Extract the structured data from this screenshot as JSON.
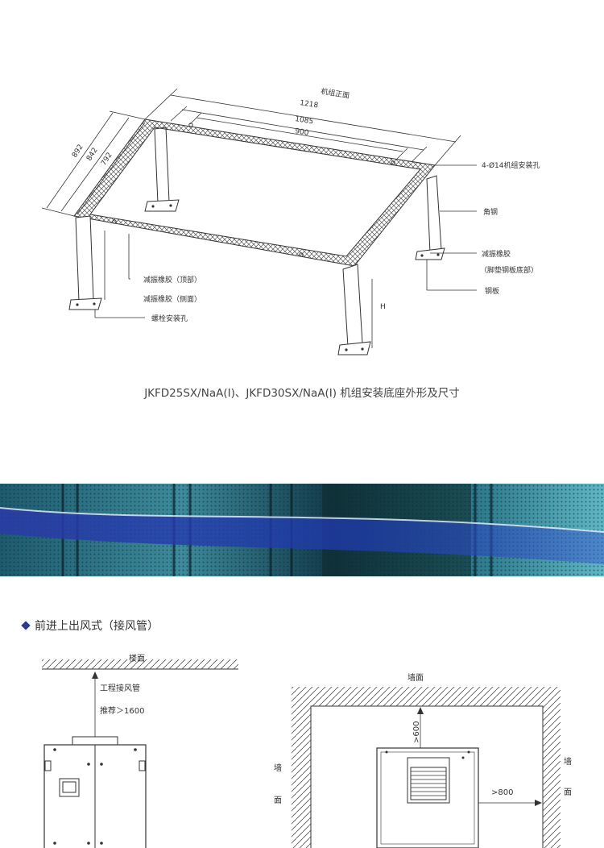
{
  "top": {
    "front_label": "机组正面",
    "dim_1218": "1218",
    "dim_1085": "1085",
    "dim_900": "900",
    "dim_892": "892",
    "dim_842": "842",
    "dim_792": "792",
    "holes": "4-Ø14机组安装孔",
    "angle_steel": "角钢",
    "rubber_pad": "减振橡胶",
    "rubber_pad_note": "（脚垫钢板底部）",
    "steel_plate": "钢板",
    "rubber_top": "减振橡胶（顶部）",
    "rubber_side": "减振橡胶（侧面）",
    "bolt_hole": "螺栓安装孔",
    "height": "H",
    "caption": "JKFD25SX/NaA(I)、JKFD30SX/NaA(I) 机组安装底座外形及尺寸"
  },
  "section": {
    "title": "前进上出风式（接风管）"
  },
  "left": {
    "floor": "楼面",
    "duct": "工程接风管",
    "recommend": "推荐＞1600"
  },
  "right": {
    "wall_top": "墙面",
    "wall_left_1": "墙",
    "wall_left_2": "面",
    "wall_right_1": "墙",
    "wall_right_2": "面",
    "gap_top": ">600",
    "gap_side": ">800"
  }
}
